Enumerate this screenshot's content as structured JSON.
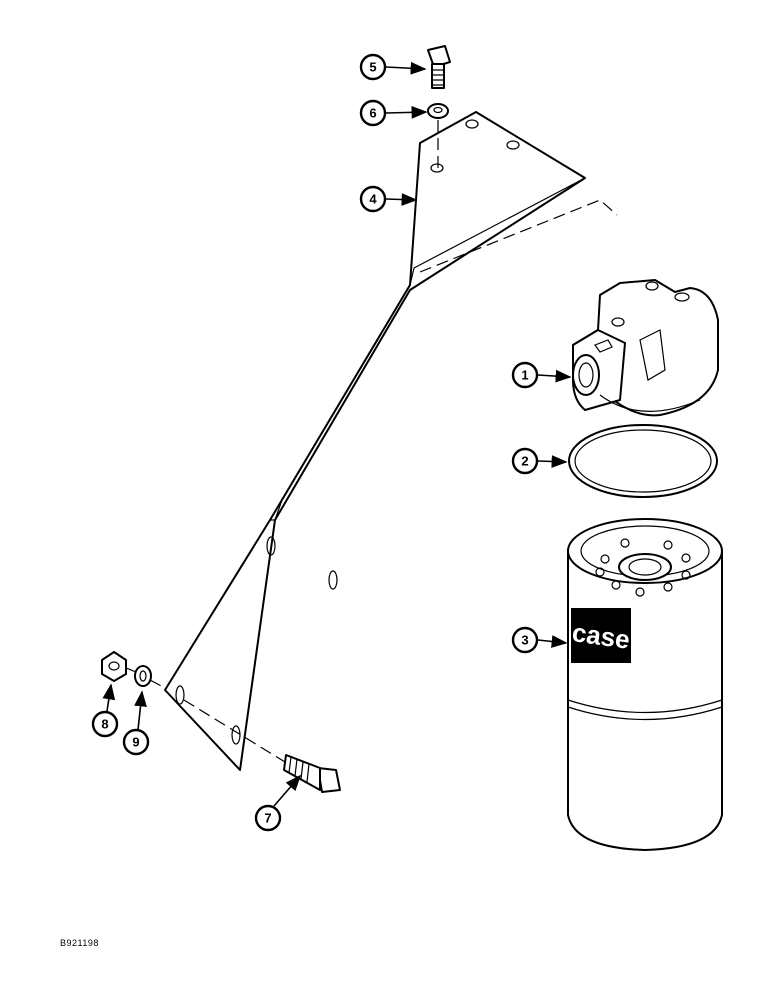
{
  "diagram": {
    "reference_code": "B921198",
    "brand_label": "case",
    "callouts": [
      {
        "id": "1",
        "part": "filter-head"
      },
      {
        "id": "2",
        "part": "o-ring"
      },
      {
        "id": "3",
        "part": "filter-cartridge"
      },
      {
        "id": "4",
        "part": "mounting-bracket"
      },
      {
        "id": "5",
        "part": "cap-screw-top"
      },
      {
        "id": "6",
        "part": "lock-washer-top"
      },
      {
        "id": "7",
        "part": "cap-screw-bottom"
      },
      {
        "id": "8",
        "part": "nut"
      },
      {
        "id": "9",
        "part": "lock-washer-bottom"
      }
    ]
  }
}
